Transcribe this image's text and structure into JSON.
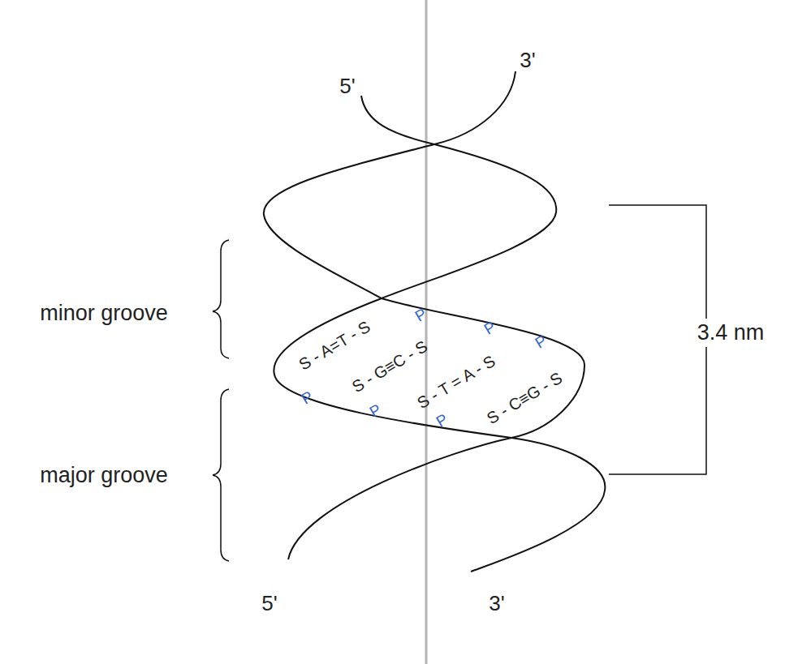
{
  "diagram": {
    "labels": [
      "5'",
      "3'",
      "minor groove",
      "3.4 nm",
      "S - A=T - S",
      "P",
      "P",
      "P",
      "S - G≡C - S",
      "S - T = A - S",
      "S - C≡G - S",
      "P",
      "P",
      "P",
      "major groove",
      "5'",
      "3'"
    ]
  }
}
